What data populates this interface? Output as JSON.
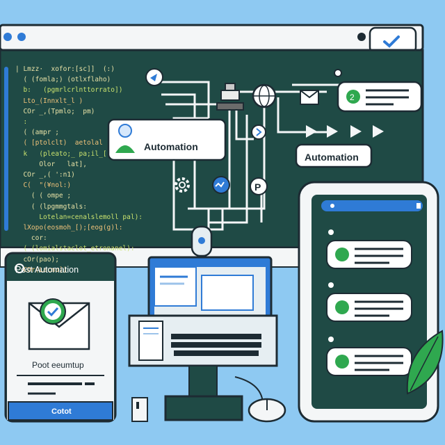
{
  "editor": {
    "code_lines": [
      "| Lmzz·  xofor:[sc]]  (:)",
      "  ( (fomla;) (otlxflaho)",
      "  b:   (pgmrlcrlnttorrato])",
      "  Lto_(Innxlt_l )",
      "  COr _,(Tpmlo;  pm)",
      "  :",
      "  ( (ampr ;",
      "  ( [ptolclt)  aetolal",
      "  k   (pleato;_ pa;il_[",
      "      Olor   lat],",
      "  COr _,( ':n1)",
      "  C(  \"(¥nol:)",
      "    ( ( ompe ;",
      "    ( (lpgmmgtals:",
      "      Lotelan=cenalslemoll pal):",
      "  lXopo(eosmoh_[);[eog(g)l:",
      "    cor:",
      "  ( (lomialstaclot_etronanel):",
      "  cOr(pao);",
      "  COr(Lacno])"
    ]
  },
  "flow": {
    "card1_label": "Automation",
    "card2_label": "Automation"
  },
  "post_card": {
    "title": "Post Automation",
    "subtitle": "Poot eeumtup",
    "button_label": "Cotot"
  },
  "colors": {
    "background": "#8ec9f2",
    "dark_panel": "#1f4a45",
    "accent_blue": "#2f7bd6",
    "accent_green": "#2fa84f"
  }
}
